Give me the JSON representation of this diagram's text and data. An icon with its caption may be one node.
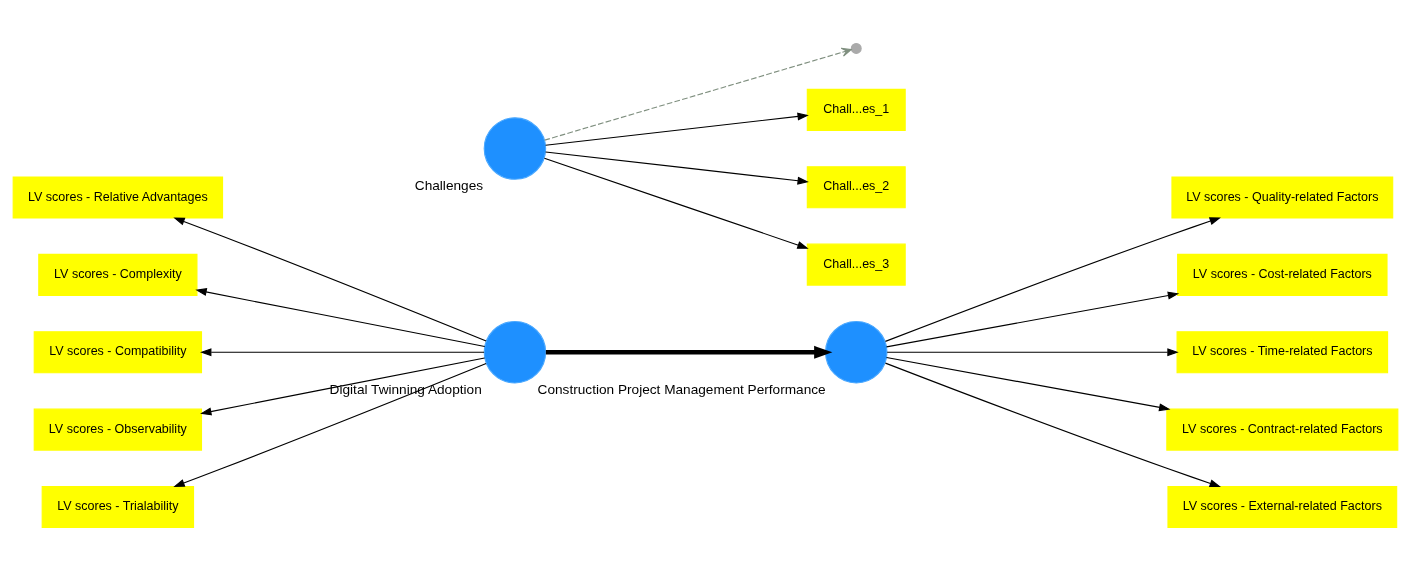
{
  "diagram": {
    "nodes": [
      {
        "text": [
          "LV scores - Relative Advantages"
        ]
      },
      {
        "text": [
          "LV scores - Complexity"
        ]
      },
      {
        "text": [
          "LV scores - Compatibility"
        ]
      },
      {
        "text": [
          "LV scores - Observability"
        ]
      },
      {
        "text": [
          "LV scores - Trialability"
        ]
      },
      {
        "text": [
          "Digital Twinning Adoption"
        ]
      },
      {
        "text": [],
        "shape": "circle"
      },
      {
        "text": [
          "Construction Project Management Performance"
        ]
      },
      {
        "text": [
          "LV scores - Quality-related Factors"
        ]
      },
      {
        "text": [
          "LV scores - Cost-related Factors"
        ]
      },
      {
        "text": [
          "LV scores - Time-related Factors"
        ]
      },
      {
        "text": [
          "LV scores - Contract-related Factors"
        ]
      },
      {
        "text": [
          "LV scores - External-related Factors"
        ]
      },
      {
        "text": [
          "Challenges"
        ]
      },
      {
        "text": [
          "Chall...es_1"
        ]
      },
      {
        "text": [
          "Chall...es_2"
        ]
      },
      {
        "text": [
          "Chall...es_3"
        ]
      }
    ],
    "edges": [
      {
        "from": 5,
        "to": 0,
        "arrow": "to"
      },
      {
        "from": 5,
        "to": 1,
        "arrow": "to"
      },
      {
        "from": 5,
        "to": 2,
        "arrow": "to"
      },
      {
        "from": 5,
        "to": 3,
        "arrow": "to"
      },
      {
        "from": 5,
        "to": 4,
        "arrow": "to"
      },
      {
        "from": 5,
        "to": 7,
        "arrow": "to",
        "style": "thick"
      },
      {
        "from": 7,
        "to": 8,
        "arrow": "to"
      },
      {
        "from": 7,
        "to": 9,
        "arrow": "to"
      },
      {
        "from": 7,
        "to": 10,
        "arrow": "to"
      },
      {
        "from": 7,
        "to": 11,
        "arrow": "to"
      },
      {
        "from": 7,
        "to": 12,
        "arrow": "to"
      },
      {
        "from": 13,
        "to": 6,
        "arrow": "to",
        "style": "dashed",
        "color": "#7f8f7f"
      },
      {
        "from": 13,
        "to": 14,
        "arrow": "to"
      },
      {
        "from": 13,
        "to": 15,
        "arrow": "to"
      },
      {
        "from": 13,
        "to": 16,
        "arrow": "to"
      }
    ]
  }
}
